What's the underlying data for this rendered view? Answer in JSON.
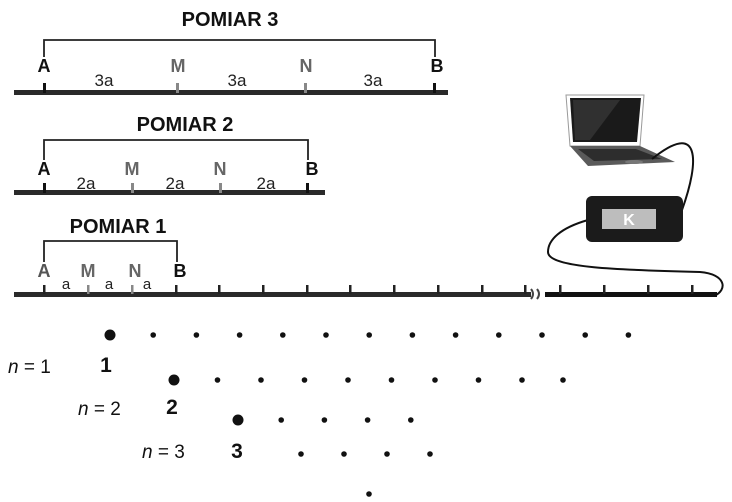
{
  "measurements": {
    "pomiar3": {
      "title": "POMIAR 3",
      "a": "A",
      "m": "M",
      "n": "N",
      "b": "B",
      "spacing": [
        "3a",
        "3a",
        "3a"
      ]
    },
    "pomiar2": {
      "title": "POMIAR 2",
      "a": "A",
      "m": "M",
      "n": "N",
      "b": "B",
      "spacing": [
        "2a",
        "2a",
        "2a"
      ]
    },
    "pomiar1": {
      "title": "POMIAR 1",
      "a": "A",
      "m": "M",
      "n": "N",
      "b": "B",
      "spacing": [
        "a",
        "a",
        "a"
      ]
    }
  },
  "device": {
    "label": "K",
    "laptop": "laptop-icon"
  },
  "levels": [
    {
      "prefix": "n",
      "suffix": " = 1",
      "number": "1",
      "points": 13
    },
    {
      "prefix": "n",
      "suffix": " = 2",
      "number": "2",
      "points": 10
    },
    {
      "prefix": "n",
      "suffix": " = 3",
      "number": "3",
      "points": 8
    },
    {
      "prefix": "",
      "suffix": "",
      "number": "",
      "points": 1
    }
  ]
}
